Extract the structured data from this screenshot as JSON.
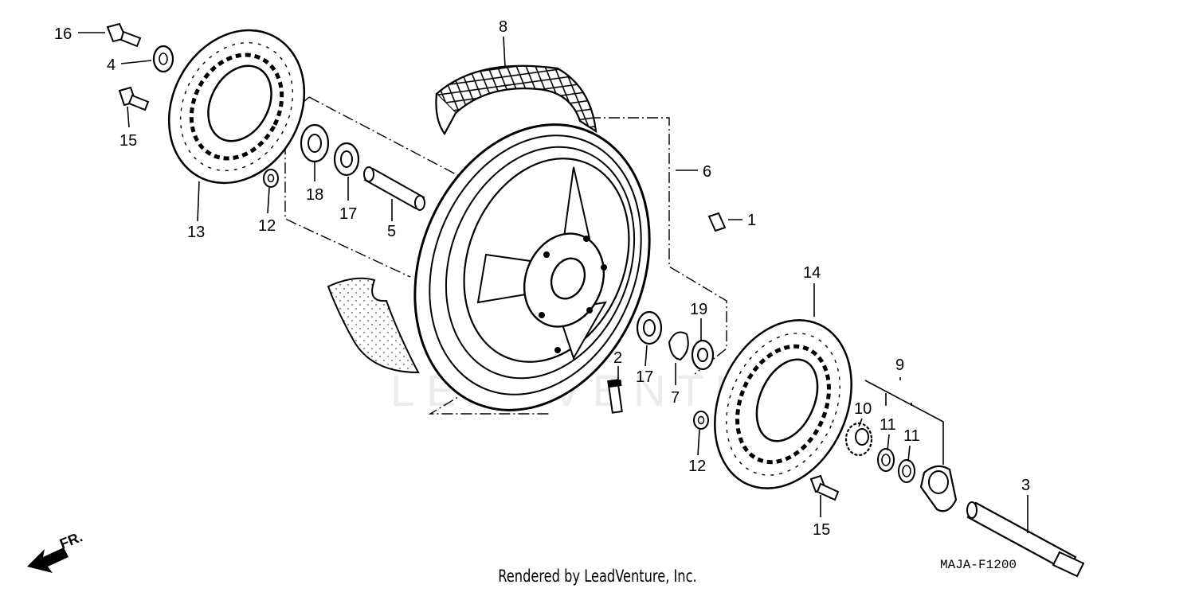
{
  "watermark": "LEADVENTURE",
  "diagram_code": "MAJA-F1200",
  "direction_label": "FR.",
  "footer": "Rendered by LeadVenture, Inc.",
  "callouts": {
    "c1": "1",
    "c2": "2",
    "c3": "3",
    "c4": "4",
    "c5": "5",
    "c6": "6",
    "c7": "7",
    "c8": "8",
    "c9": "9",
    "c10": "10",
    "c11a": "11",
    "c11b": "11",
    "c12a": "12",
    "c12b": "12",
    "c13": "13",
    "c14": "14",
    "c15a": "15",
    "c15b": "15",
    "c16": "16",
    "c17a": "17",
    "c17b": "17",
    "c18": "18",
    "c19": "19"
  },
  "colors": {
    "line": "#000000",
    "background": "#ffffff",
    "watermark": "#ececec"
  }
}
